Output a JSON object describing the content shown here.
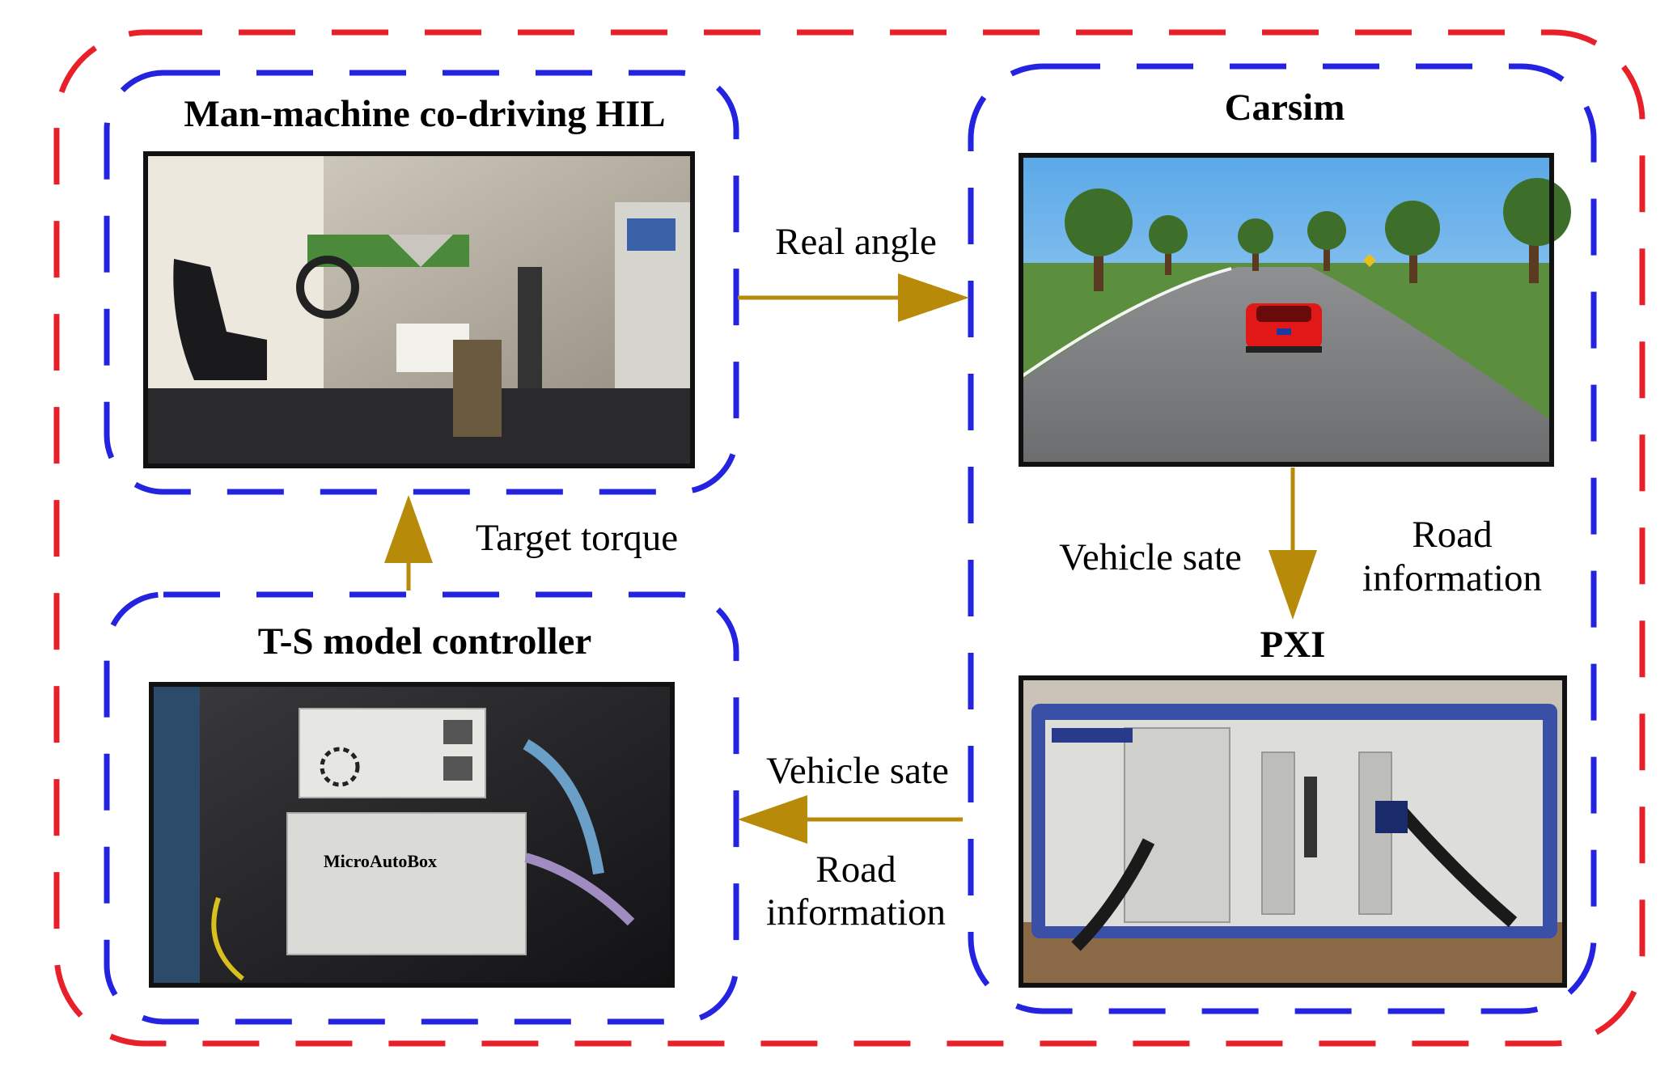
{
  "diagram": {
    "nodes": {
      "hil": {
        "title": "Man-machine co-driving HIL"
      },
      "carsim": {
        "title": "Carsim"
      },
      "pxi": {
        "title": "PXI"
      },
      "controller": {
        "title": "T-S model controller",
        "device_label": "MicroAutoBox"
      }
    },
    "edges": {
      "real_angle": "Real angle",
      "target_torque": "Target torque",
      "vehicle_sate_down": "Vehicle sate",
      "road_info_right_1": "Road",
      "road_info_right_2": "information",
      "vehicle_sate_left": "Vehicle sate",
      "road_info_left_1": "Road",
      "road_info_left_2": "information"
    }
  },
  "colors": {
    "outer_border": "#e8202a",
    "inner_border": "#2323e0",
    "arrow": "#b88a0a",
    "frame": "#111111"
  },
  "photos": {
    "hil": "driving simulator rig photo",
    "carsim": "road simulation scene with red car",
    "pxi": "NI PXI chassis photo",
    "controller": "MicroAutoBox controller photo"
  }
}
